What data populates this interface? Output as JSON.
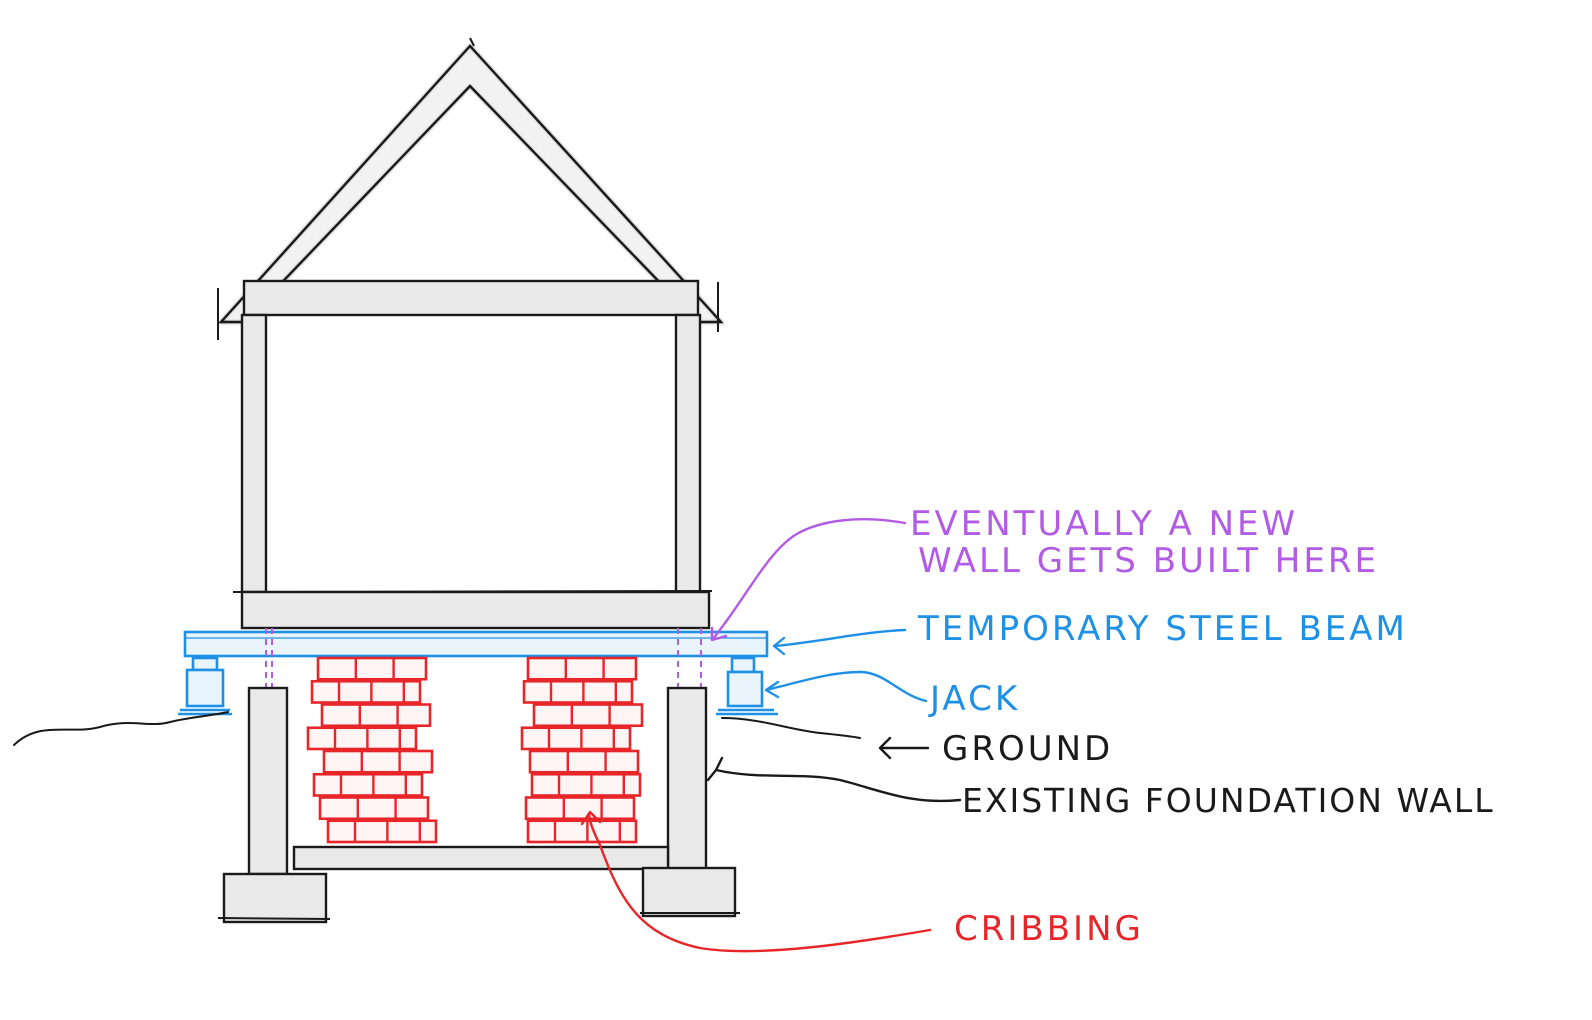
{
  "colors": {
    "ink": "#1a1a1a",
    "wall_fill": "#e9e9e9",
    "purple": "#b25ce6",
    "blue": "#1e90e6",
    "red": "#e8262a"
  },
  "annotations": {
    "new_wall": {
      "line1": "EVENTUALLY A NEW",
      "line2": "WALL GETS BUILT HERE"
    },
    "beam": "TEMPORARY STEEL BEAM",
    "jack": "JACK",
    "ground": "GROUND",
    "foundation": "EXISTING FOUNDATION WALL",
    "cribbing": "CRIBBING"
  }
}
